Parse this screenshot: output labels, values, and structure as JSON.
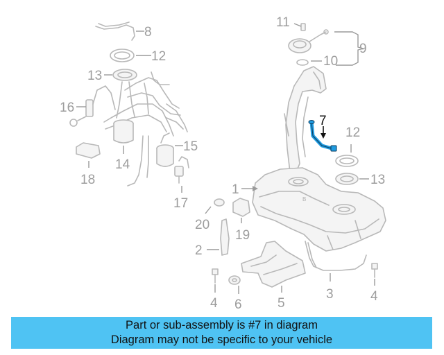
{
  "banner": {
    "line1": "Part or sub-assembly is #7 in diagram",
    "line2": "Diagram may not be specific to your vehicle"
  },
  "colors": {
    "banner_bg": "#4fc3f3",
    "highlight_part": "#1f9be0",
    "part_outline": "#b8b8b8"
  },
  "callouts": {
    "c1": "1",
    "c2": "2",
    "c3": "3",
    "c4a": "4",
    "c4b": "4",
    "c5": "5",
    "c6": "6",
    "c7": "7",
    "c8": "8",
    "c9": "9",
    "c10": "10",
    "c11": "11",
    "c12a": "12",
    "c12b": "12",
    "c13a": "13",
    "c13b": "13",
    "c14": "14",
    "c15": "15",
    "c16": "16",
    "c17": "17",
    "c18": "18",
    "c19": "19",
    "c20": "20"
  }
}
